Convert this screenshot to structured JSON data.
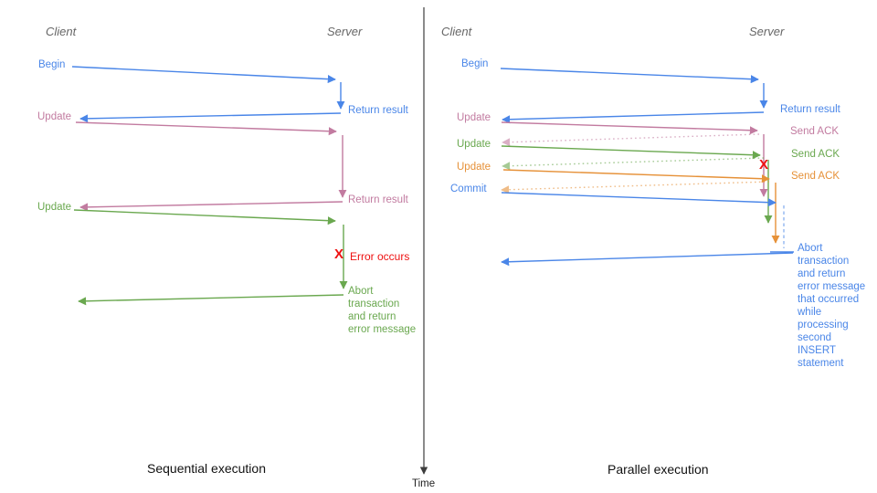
{
  "colors": {
    "blue": "#4a86e8",
    "pink": "#c27ba0",
    "green": "#6aa84f",
    "orange": "#e69138",
    "red": "#ee1111",
    "header_gray": "#666666",
    "axis": "#3d3d3d",
    "caption": "#111111"
  },
  "time_axis": {
    "label": "Time"
  },
  "sequential": {
    "title": "Sequential execution",
    "client_header": "Client",
    "server_header": "Server",
    "steps": {
      "begin": "Begin",
      "return1": "Return result",
      "update1": "Update",
      "return2": "Return result",
      "update2": "Update",
      "error_mark": "X",
      "error": "Error occurs",
      "abort": "Abort\ntransaction\nand return\nerror message"
    }
  },
  "parallel": {
    "title": "Parallel execution",
    "client_header": "Client",
    "server_header": "Server",
    "steps": {
      "begin": "Begin",
      "return1": "Return result",
      "update1": "Update",
      "ack1": "Send ACK",
      "update2": "Update",
      "ack2": "Send ACK",
      "update3": "Update",
      "ack3": "Send ACK",
      "commit": "Commit",
      "error_mark": "X",
      "abort": "Abort\ntransaction\nand return\nerror message\nthat occurred\nwhile\nprocessing\nsecond\nINSERT\nstatement"
    }
  }
}
